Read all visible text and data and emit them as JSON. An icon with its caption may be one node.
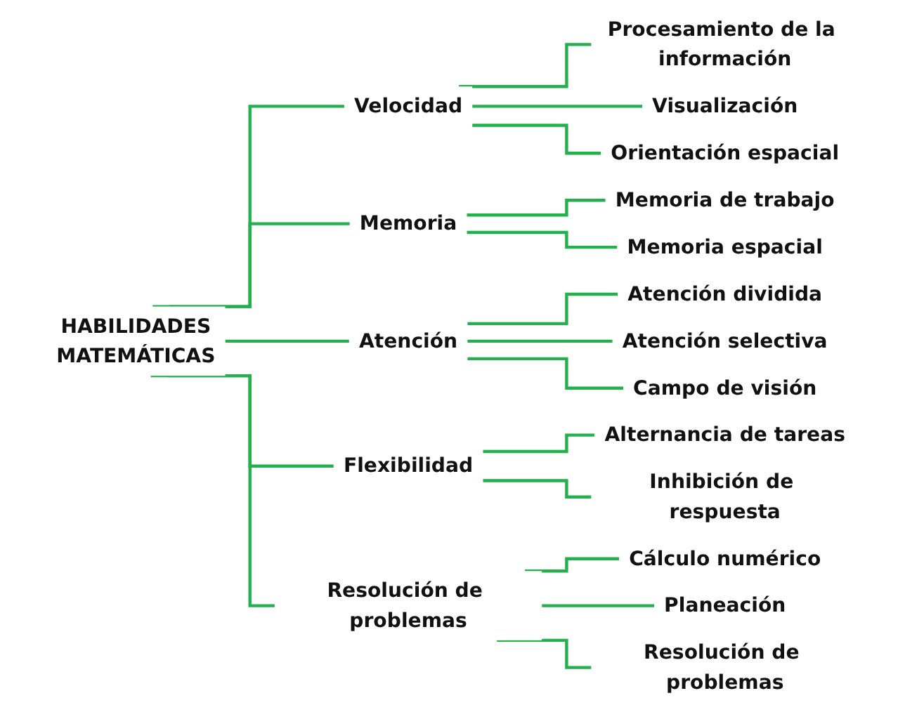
{
  "diagram": {
    "nodes": [
      {
        "text": [
          "HABILIDADES MATEMÁTICAS"
        ]
      },
      {
        "text": [
          "Velocidad"
        ]
      },
      {
        "text": [
          "Procesamiento de la información"
        ]
      },
      {
        "text": [
          "Visualización"
        ]
      },
      {
        "text": [
          "Orientación espacial"
        ]
      },
      {
        "text": [
          "Memoria"
        ]
      },
      {
        "text": [
          "Memoria de trabajo"
        ]
      },
      {
        "text": [
          "Memoria espacial"
        ]
      },
      {
        "text": [
          "Atención"
        ]
      },
      {
        "text": [
          "Atención dividida"
        ]
      },
      {
        "text": [
          "Atención selectiva"
        ]
      },
      {
        "text": [
          "Campo de visión"
        ]
      },
      {
        "text": [
          "Flexibilidad"
        ]
      },
      {
        "text": [
          "Alternancia de tareas"
        ]
      },
      {
        "text": [
          "Inhibición de respuesta"
        ]
      },
      {
        "text": [
          "Resolución de problemas"
        ]
      },
      {
        "text": [
          "Cálculo numérico"
        ]
      },
      {
        "text": [
          "Planeación"
        ]
      },
      {
        "text": [
          "Resolución de problemas"
        ]
      }
    ],
    "edges": [
      {
        "from": 0,
        "to": 1,
        "arrow": "none"
      },
      {
        "from": 0,
        "to": 5,
        "arrow": "none"
      },
      {
        "from": 0,
        "to": 8,
        "arrow": "none"
      },
      {
        "from": 0,
        "to": 12,
        "arrow": "none"
      },
      {
        "from": 0,
        "to": 15,
        "arrow": "none"
      },
      {
        "from": 1,
        "to": 2,
        "arrow": "none"
      },
      {
        "from": 1,
        "to": 3,
        "arrow": "none"
      },
      {
        "from": 1,
        "to": 4,
        "arrow": "none"
      },
      {
        "from": 5,
        "to": 6,
        "arrow": "none"
      },
      {
        "from": 5,
        "to": 7,
        "arrow": "none"
      },
      {
        "from": 8,
        "to": 9,
        "arrow": "none"
      },
      {
        "from": 8,
        "to": 10,
        "arrow": "none"
      },
      {
        "from": 8,
        "to": 11,
        "arrow": "none"
      },
      {
        "from": 12,
        "to": 13,
        "arrow": "none"
      },
      {
        "from": 12,
        "to": 14,
        "arrow": "none"
      },
      {
        "from": 15,
        "to": 16,
        "arrow": "none"
      },
      {
        "from": 15,
        "to": 17,
        "arrow": "none"
      },
      {
        "from": 15,
        "to": 18,
        "arrow": "none"
      }
    ]
  }
}
